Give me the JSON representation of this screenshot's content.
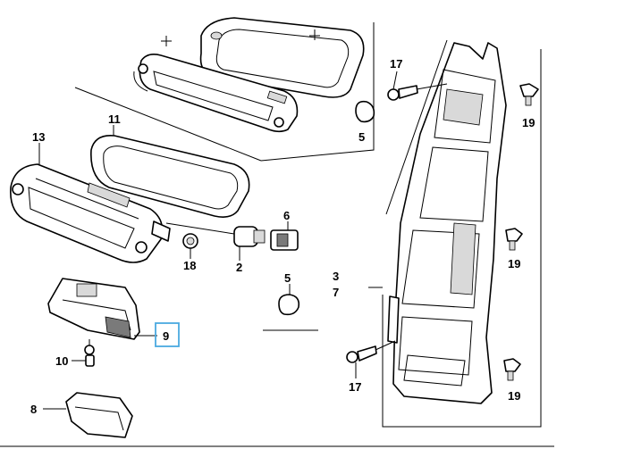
{
  "diagram": {
    "callouts": {
      "c17_top": "17",
      "c19_top": "19",
      "c5_top": "5",
      "c11": "11",
      "c13": "13",
      "c6": "6",
      "c18": "18",
      "c2": "2",
      "c19_mid": "19",
      "c3": "3",
      "c7": "7",
      "c5_mid": "5",
      "c9": "9",
      "c10": "10",
      "c17_bottom": "17",
      "c19_bottom": "19",
      "c8": "8"
    },
    "highlighted_part": "9",
    "colors": {
      "highlight": "#4aa9e0",
      "line": "#000000",
      "background": "#ffffff"
    }
  }
}
